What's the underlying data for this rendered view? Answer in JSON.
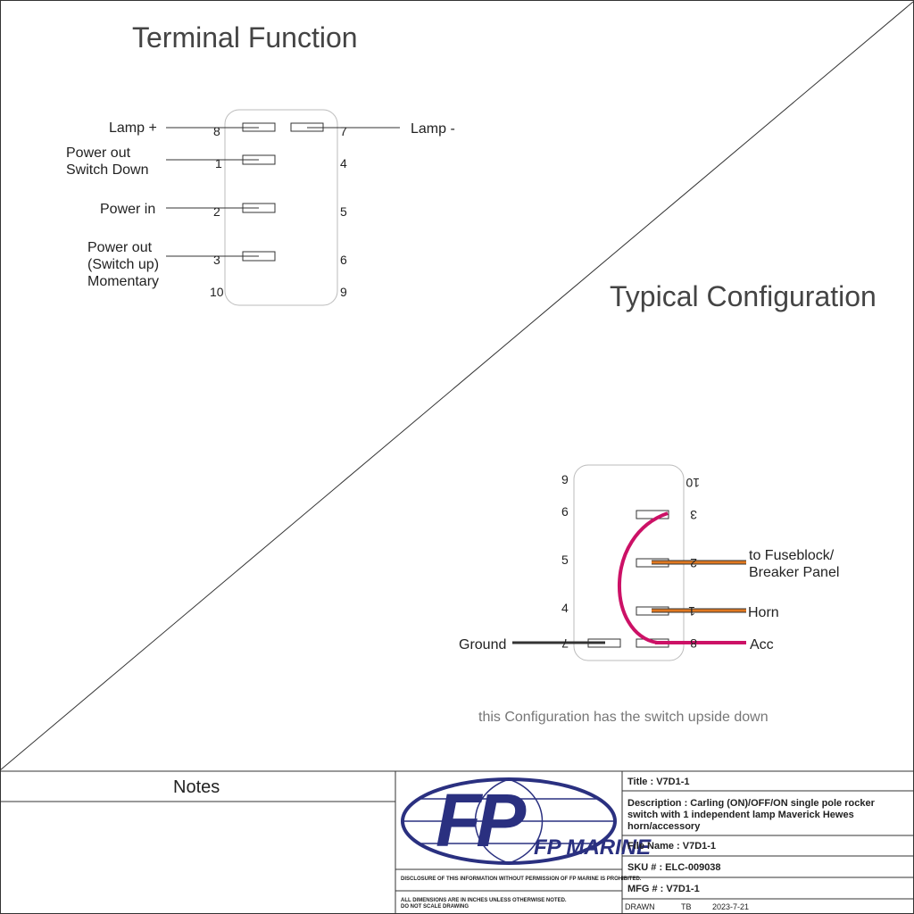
{
  "terminal_function": {
    "title": "Terminal Function",
    "labels": {
      "lamp_plus": "Lamp +",
      "lamp_minus": "Lamp -",
      "power_out_down_1": "Power out",
      "power_out_down_2": "Switch Down",
      "power_in": "Power in",
      "power_out_up_1": "Power out",
      "power_out_up_2": "(Switch up)",
      "power_out_up_3": "Momentary"
    },
    "terminals": {
      "t8": "8",
      "t7": "7",
      "t1": "1",
      "t4": "4",
      "t2": "2",
      "t5": "5",
      "t3": "3",
      "t6": "6",
      "t10": "10",
      "t9": "9"
    }
  },
  "typical_config": {
    "title": "Typical Configuration",
    "terminals": {
      "t9": "9",
      "t10": "10",
      "t6": "6",
      "t3": "3",
      "t5": "5",
      "t2": "2",
      "t4": "4",
      "t1": "1",
      "t7": "7",
      "t8": "8"
    },
    "labels": {
      "fuse_1": "to Fuseblock/",
      "fuse_2": "Breaker Panel",
      "horn": "Horn",
      "acc": "Acc",
      "ground": "Ground"
    },
    "note": "this Configuration has the switch upside down",
    "colors": {
      "jumper": "#cc1166",
      "orange_wire": "#e07820",
      "ground_wire": "#333333"
    }
  },
  "title_block": {
    "notes": "Notes",
    "logo_text": "FP MARINE",
    "disclosure": "DISCLOSURE OF THIS INFORMATION WITHOUT PERMISSION OF FP MARINE IS PROHIBITED.",
    "dims_1": "ALL DIMENSIONS ARE IN INCHES UNLESS OTHERWISE NOTED.",
    "dims_2": "DO NOT SCALE DRAWING",
    "title": "Title : V7D1-1",
    "desc_1": "Description : Carling (ON)/OFF/ON single pole rocker",
    "desc_2": "switch with 1 independent lamp Maverick Hewes",
    "desc_3": "horn/accessory",
    "file_name": "File Name : V7D1-1",
    "sku": "SKU # : ELC-009038",
    "mfg": "MFG # : V7D1-1",
    "drawn": "DRAWN",
    "drawn_by": "TB",
    "date": "2023-7-21"
  }
}
